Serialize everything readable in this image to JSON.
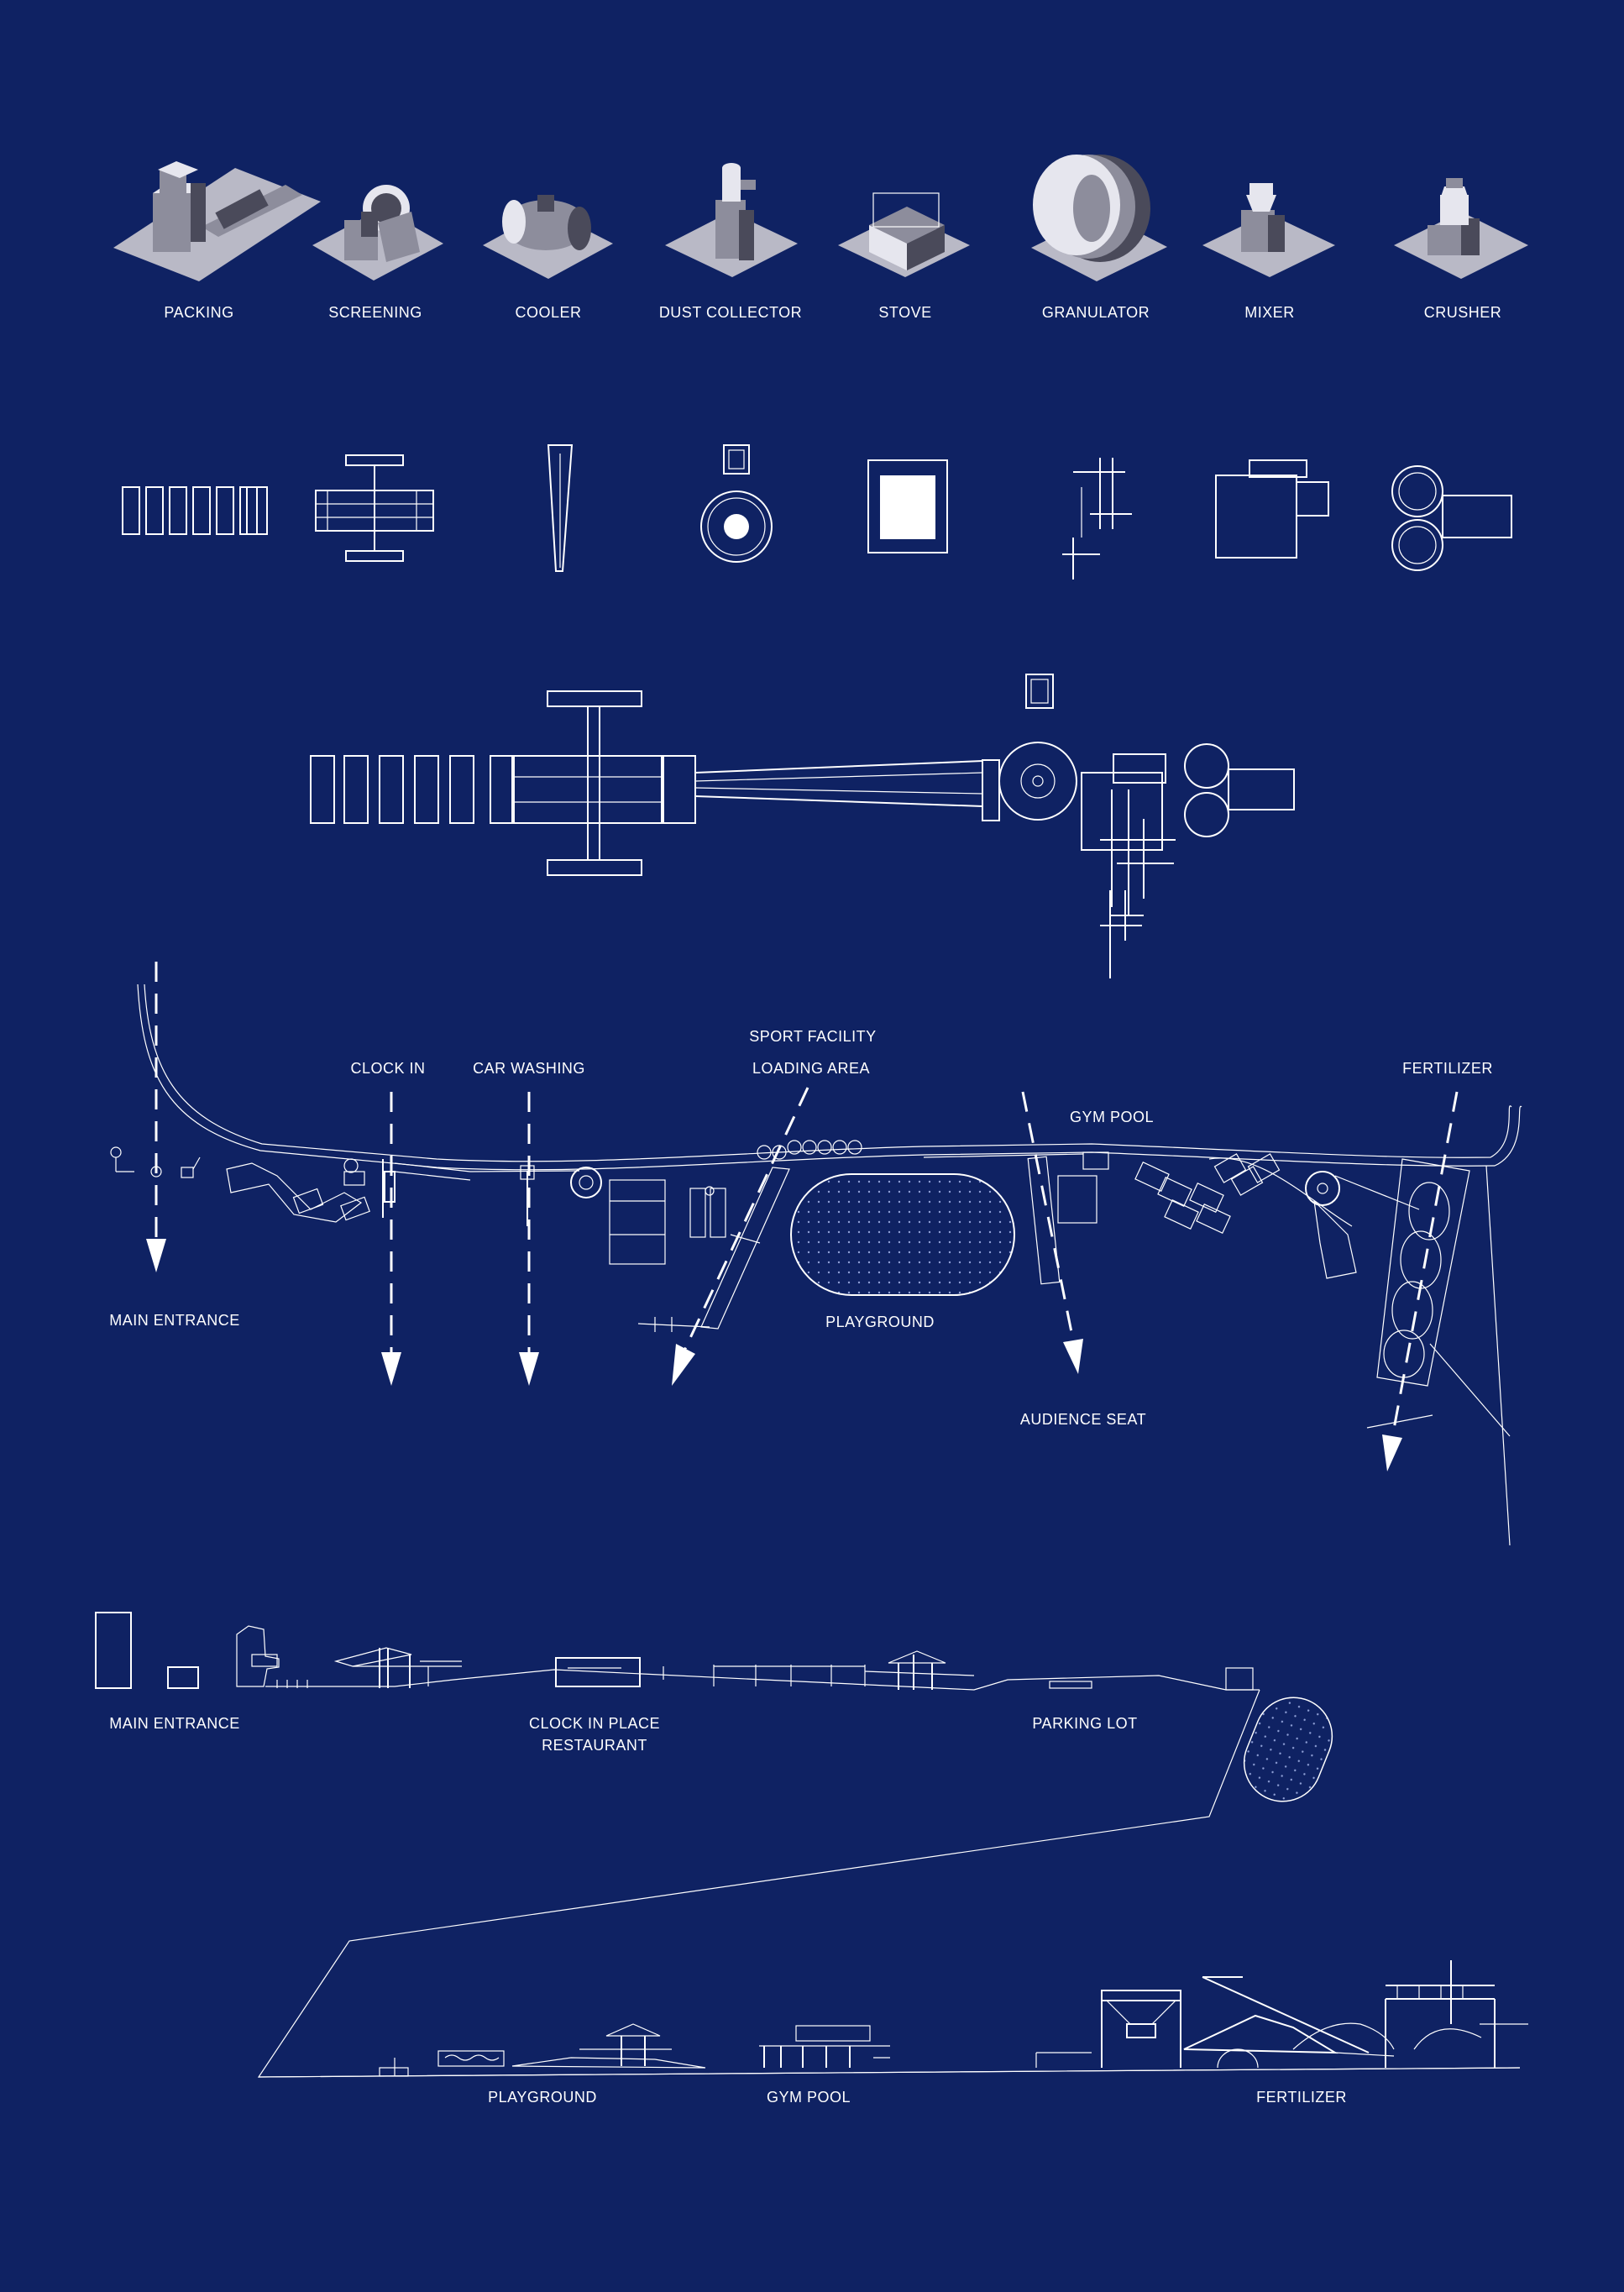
{
  "equipment": [
    {
      "key": "packing",
      "label": "PACKING"
    },
    {
      "key": "screening",
      "label": "SCREENING"
    },
    {
      "key": "cooler",
      "label": "COOLER"
    },
    {
      "key": "dust_collector",
      "label": "DUST COLLECTOR"
    },
    {
      "key": "stove",
      "label": "STOVE"
    },
    {
      "key": "granulator",
      "label": "GRANULATOR"
    },
    {
      "key": "mixer",
      "label": "MIXER"
    },
    {
      "key": "crusher",
      "label": "CRUSHER"
    }
  ],
  "plan_labels": {
    "clock_in": "CLOCK IN",
    "car_washing": "CAR WASHING",
    "sport_facility": "SPORT FACILITY",
    "loading_area": "LOADING AREA",
    "fertilizer": "FERTILIZER",
    "gym_pool": "GYM POOL",
    "main_entrance": "MAIN ENTRANCE",
    "playground": "PLAYGROUND",
    "audience_seat": "AUDIENCE SEAT"
  },
  "section_labels": {
    "main_entrance": "MAIN ENTRANCE",
    "clock_in_place": "CLOCK IN PLACE",
    "restaurant": "RESTAURANT",
    "parking_lot": "PARKING LOT",
    "playground": "PLAYGROUND",
    "gym_pool": "GYM POOL",
    "fertilizer": "FERTILIZER"
  },
  "colors": {
    "background": "#0f2263",
    "line": "#ffffff",
    "model_grey": "#c9c9d4"
  }
}
